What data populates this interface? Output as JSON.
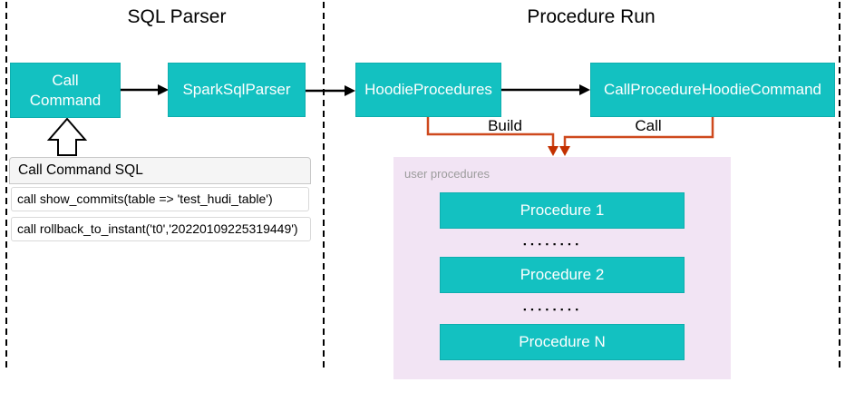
{
  "titles": {
    "left": "SQL Parser",
    "right": "Procedure Run"
  },
  "nodes": {
    "call_command": "Call\nCommand",
    "spark_sql_parser": "SparkSqlParser",
    "hoodie_procedures": "HoodieProcedures",
    "call_procedure_hoodie_command": "CallProcedureHoodieCommand"
  },
  "sql_box": {
    "header": "Call Command SQL",
    "rows": [
      "call show_commits(table => 'test_hudi_table')",
      "call rollback_to_instant('t0','20220109225319449')"
    ]
  },
  "connectors": {
    "build_label": "Build",
    "call_label": "Call"
  },
  "user_procedures": {
    "label": "user procedures",
    "items": [
      "Procedure 1",
      "Procedure 2",
      "Procedure N"
    ],
    "dots": "▪▪▪▪▪▪▪▪"
  },
  "colors": {
    "node_fill": "#13C1C1",
    "node_border": "#0EAEAE",
    "orange_line": "#CE491D",
    "orange_arrowhead": "#C33000",
    "panel_fill": "#F2E4F4",
    "panel_label_gray": "#9C9C9C",
    "sql_header_fill": "#F5F5F5",
    "dashed_line": "#000000"
  }
}
